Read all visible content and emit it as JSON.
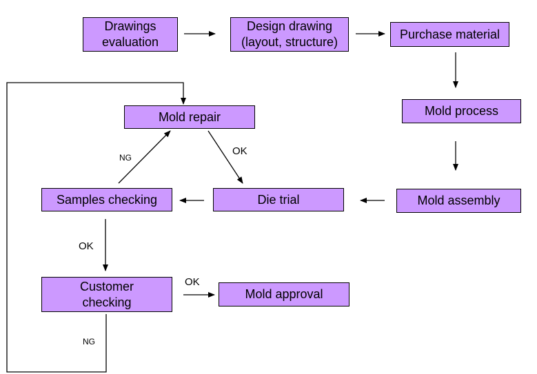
{
  "colors": {
    "box_fill": "#cc99ff",
    "line": "#000000"
  },
  "boxes": {
    "drawings_evaluation": "Drawings\nevaluation",
    "design_drawing": "Design drawing\n(layout, structure)",
    "purchase_material": "Purchase material",
    "mold_process": "Mold process",
    "mold_assembly": "Mold assembly",
    "die_trial": "Die trial",
    "samples_checking": "Samples checking",
    "mold_repair": "Mold repair",
    "customer_checking": "Customer\nchecking",
    "mold_approval": "Mold approval"
  },
  "labels": {
    "ng_samples_to_repair": "NG",
    "ok_repair_to_die": "OK",
    "ok_samples_to_customer": "OK",
    "ok_customer_to_approval": "OK",
    "ng_customer_loop": "NG"
  }
}
